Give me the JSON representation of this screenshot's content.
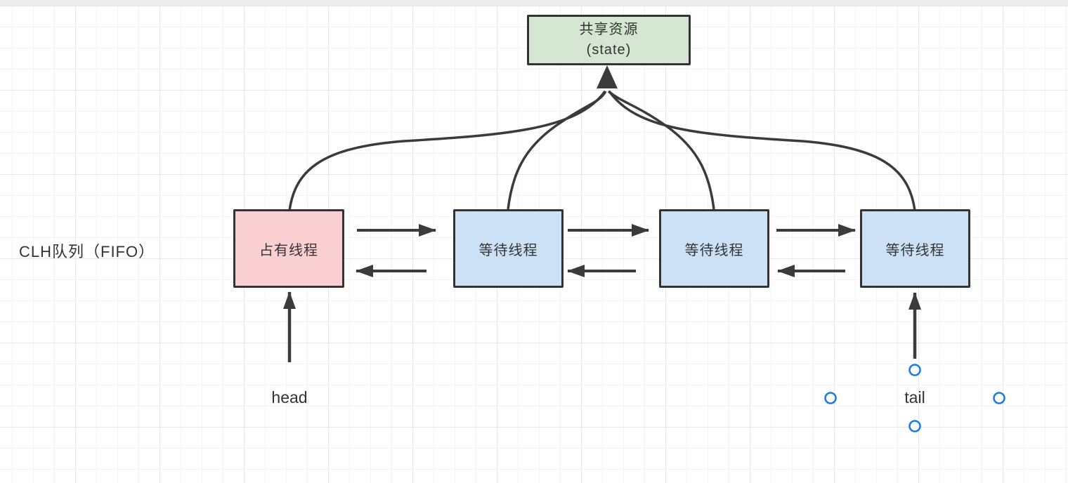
{
  "canvas": {
    "queue_label": "CLH队列（FIFO）",
    "resource_box": {
      "line1": "共享资源",
      "line2": "(state)"
    },
    "nodes": [
      {
        "label": "占有线程",
        "type": "owner"
      },
      {
        "label": "等待线程",
        "type": "waiting"
      },
      {
        "label": "等待线程",
        "type": "waiting"
      },
      {
        "label": "等待线程",
        "type": "waiting"
      }
    ],
    "pointers": {
      "head": "head",
      "tail": "tail"
    },
    "colors": {
      "owner_fill": "#f9cfd2",
      "waiting_fill": "#cce1f6",
      "resource_fill": "#d5e7d2",
      "stroke": "#333333",
      "arrow": "#3b3b3b",
      "handle": "#1d7ce5",
      "text": "#333333",
      "grid_minor": "#f3f3f3",
      "grid_major": "#e8e8e8"
    }
  }
}
